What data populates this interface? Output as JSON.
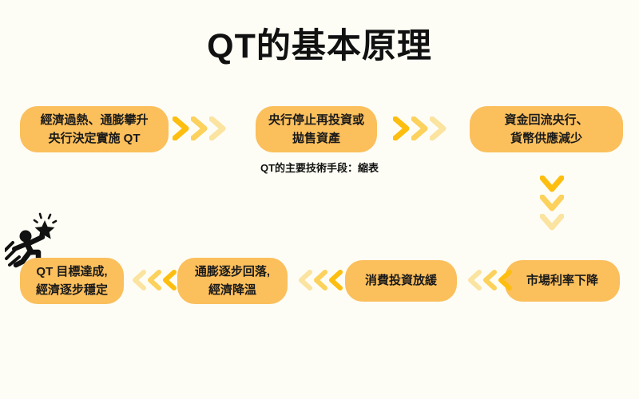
{
  "title": "QT的基本原理",
  "colors": {
    "background": "#FDFDF5",
    "box_fill": "#FBBF5C",
    "chevron_dark": "#FDBE10",
    "chevron_mid": "#FCD15C",
    "chevron_light": "#FBE3A0",
    "text": "#1A1A1A",
    "icon": "#111111"
  },
  "flow": {
    "caption": "QT的主要技術手段：縮表",
    "top_row": [
      {
        "id": "overheat",
        "lines": [
          "經濟過熱、通膨攀升",
          "央行決定實施 QT"
        ]
      },
      {
        "id": "stop-reinvest",
        "lines": [
          "央行停止再投資或",
          "拋售資產"
        ]
      },
      {
        "id": "liquidity",
        "lines": [
          "資金回流央行、",
          "貨幣供應減少"
        ]
      }
    ],
    "bottom_row": [
      {
        "id": "goal",
        "lines": [
          "QT 目標達成,",
          "經濟逐步穩定"
        ]
      },
      {
        "id": "inflation-cool",
        "lines": [
          "通膨逐步回落,",
          "經濟降溫"
        ]
      },
      {
        "id": "slowdown",
        "lines": [
          "消費投資放緩"
        ]
      },
      {
        "id": "rate-down",
        "lines": [
          "市場利率下降"
        ]
      }
    ],
    "connectors": [
      {
        "id": "chev-right-1",
        "direction": "right",
        "count": 3
      },
      {
        "id": "chev-right-2",
        "direction": "right",
        "count": 3
      },
      {
        "id": "chev-down-1",
        "direction": "down",
        "count": 3
      },
      {
        "id": "chev-left-1",
        "direction": "left",
        "count": 3
      },
      {
        "id": "chev-left-2",
        "direction": "left",
        "count": 3
      },
      {
        "id": "chev-left-3",
        "direction": "left",
        "count": 3
      }
    ]
  },
  "decoration": {
    "runner_icon": "running-person-star-icon"
  }
}
